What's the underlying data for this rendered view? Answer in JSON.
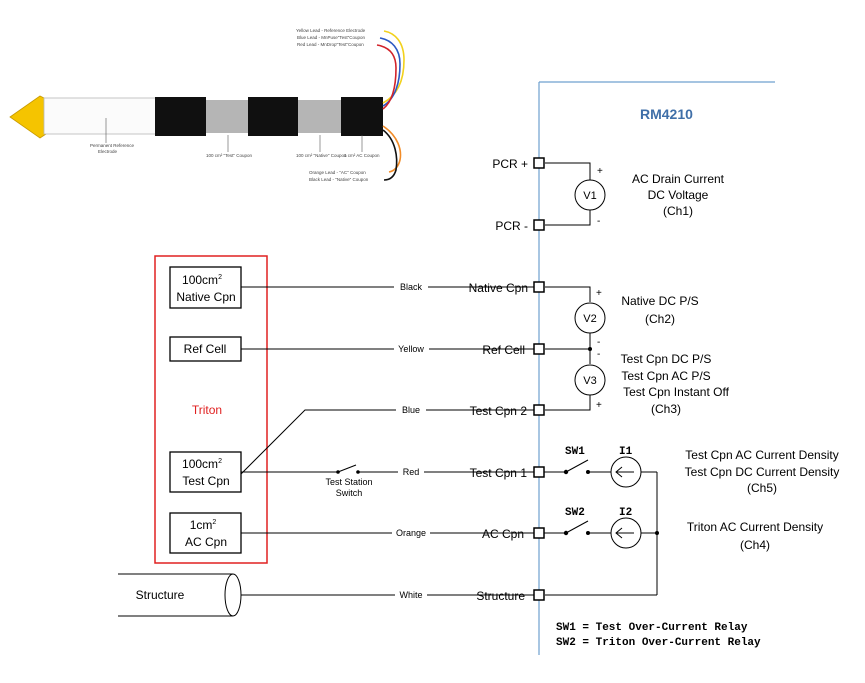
{
  "probe": {
    "lead_labels_top": [
      "Yellow Lead - Reference Electrode",
      "Blue Lead - MnPuse\"Test\"Coupon",
      "Red Lead - MnDrop\"Test\"Coupon"
    ],
    "lead_labels_bottom": [
      "Orange Lead - \"AC\" Coupon",
      "Black Lead - \"Native\" Coupon"
    ],
    "electrode_label_line1": "Permanent Reference",
    "electrode_label_line2": "Electrode",
    "coupon_labels": [
      "100 cm² \"Test\" Coupon",
      "100 cm² \"Native\" Coupon",
      "1 cm² AC Coupon"
    ]
  },
  "rm": {
    "title": "RM4210",
    "title_color": "#3f6fa8"
  },
  "terminals": [
    "PCR +",
    "PCR -",
    "Native Cpn",
    "Ref Cell",
    "Test Cpn 2",
    "Test Cpn 1",
    "AC Cpn",
    "Structure"
  ],
  "meters": {
    "v1": "V1",
    "v2": "V2",
    "v3": "V3",
    "i1": "I1",
    "i2": "I2"
  },
  "polarity": {
    "plus": "+",
    "minus": "-"
  },
  "channels": {
    "ch1": [
      "AC Drain Current",
      "DC Voltage",
      "(Ch1)"
    ],
    "ch2": [
      "Native DC P/S",
      "(Ch2)"
    ],
    "ch3": [
      "Test Cpn DC P/S",
      "Test Cpn AC P/S",
      "Test Cpn Instant Off",
      "(Ch3)"
    ],
    "ch5": [
      "Test Cpn AC Current Density",
      "Test Cpn DC Current Density",
      "(Ch5)"
    ],
    "ch4": [
      "Triton AC Current Density",
      "(Ch4)"
    ]
  },
  "switches": {
    "sw1": "SW1",
    "sw2": "SW2"
  },
  "legend": [
    "SW1 = Test Over-Current Relay",
    "SW2 = Triton Over-Current Relay"
  ],
  "triton": {
    "label": "Triton",
    "label_color": "#e02020",
    "box_color": "#e02020",
    "native_cpn": [
      "100cm",
      "Native Cpn"
    ],
    "ref_cell": "Ref Cell",
    "test_cpn": [
      "100cm",
      "Test Cpn"
    ],
    "ac_cpn": [
      "1cm",
      "AC Cpn"
    ],
    "superscript": "2"
  },
  "wires": [
    "Black",
    "Yellow",
    "Blue",
    "Red",
    "Orange",
    "White"
  ],
  "test_station_switch": [
    "Test Station",
    "Switch"
  ],
  "structure": "Structure"
}
